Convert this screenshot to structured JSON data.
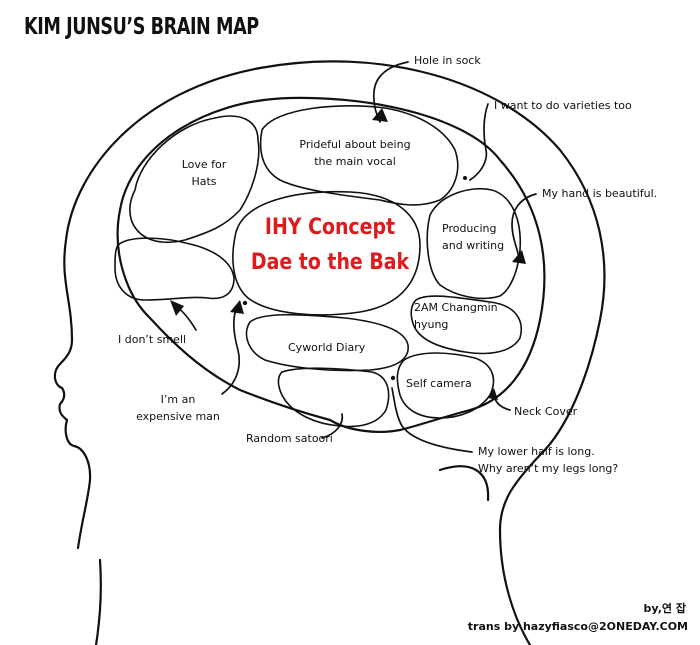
{
  "title": "KIM JUNSU’S BRAIN MAP",
  "center": {
    "line1": "IHY Concept",
    "line2": "Dae to the Bak"
  },
  "inner": {
    "love_hats": [
      "Love for",
      "Hats"
    ],
    "prideful": [
      "Prideful about being",
      "the main vocal"
    ],
    "producing": [
      "Producing",
      "and writing"
    ],
    "changmin": [
      "2AM Changmin",
      "hyung"
    ],
    "cyworld": "Cyworld Diary",
    "selfcam": "Self camera"
  },
  "outer": {
    "hole_sock": "Hole in sock",
    "varieties": "I want to do varieties too",
    "hand": "My hand is beautiful.",
    "smell": "I don’t smell",
    "expensive": [
      "I’m an",
      "expensive man"
    ],
    "satoori": "Random satoori",
    "neck": "Neck Cover",
    "lower_half": [
      "My lower half is long.",
      "Why aren’t my legs long?"
    ]
  },
  "credits": {
    "by": "by,연 잡",
    "trans": "trans by hazyfiasco@2ONEDAY.COM"
  },
  "colors": {
    "ink": "#111111",
    "highlight": "#e0191b",
    "background": "#ffffff"
  }
}
